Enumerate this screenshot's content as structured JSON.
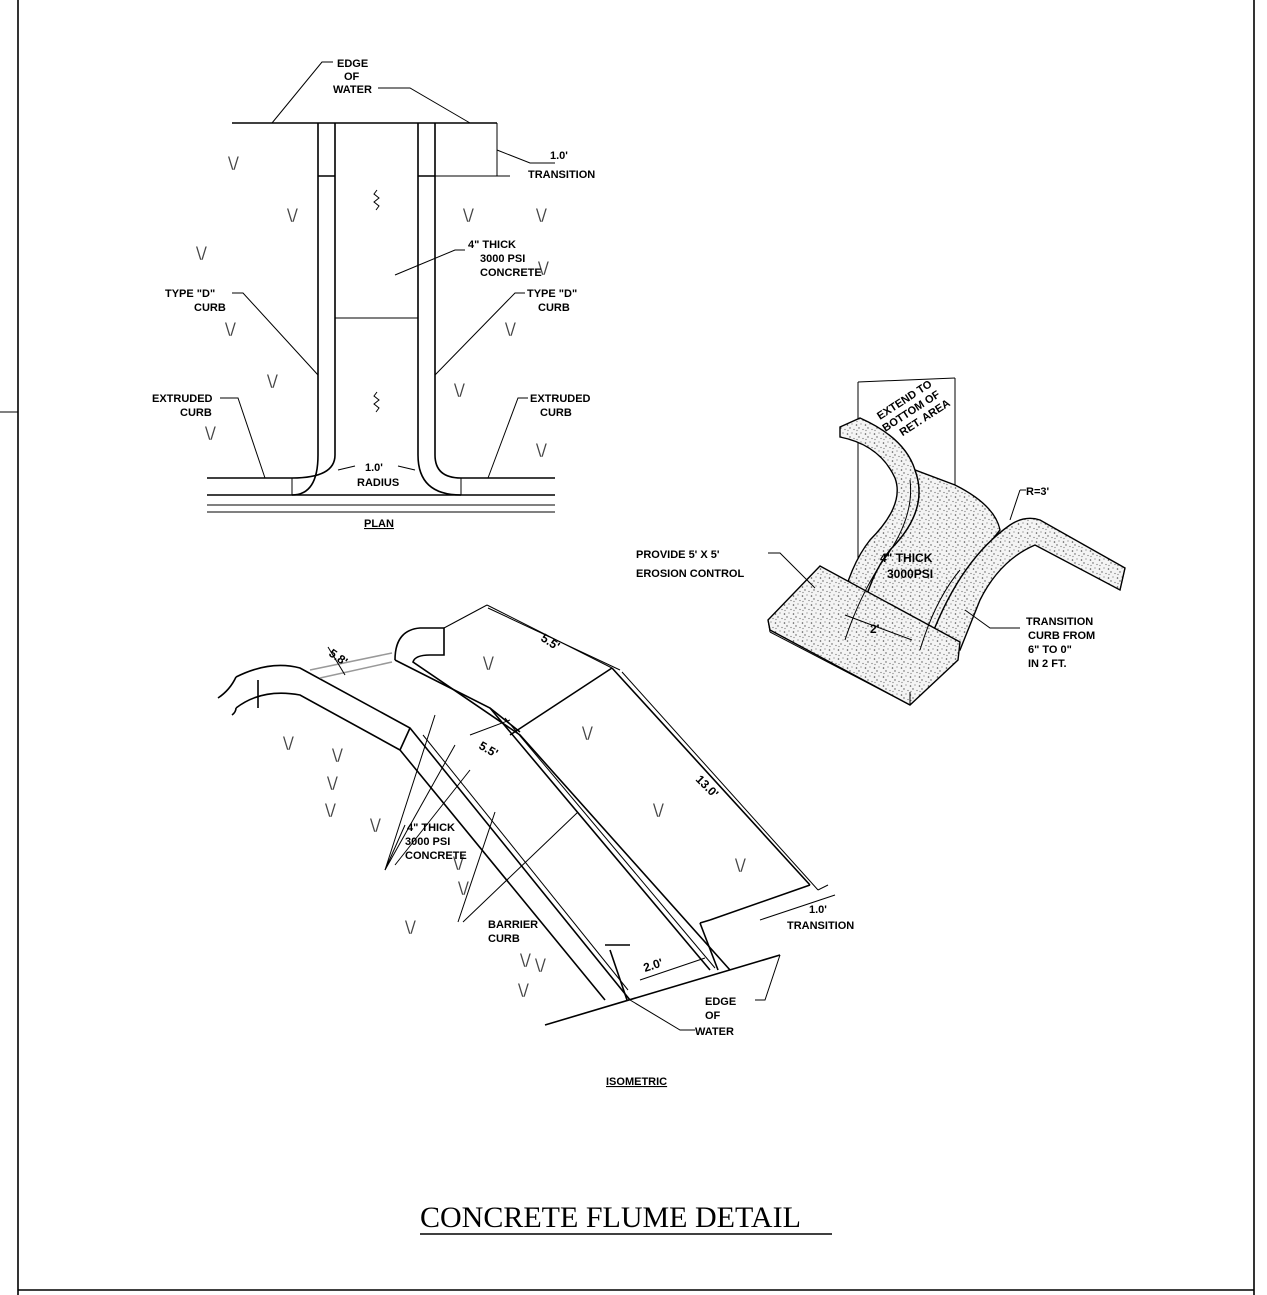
{
  "title": "CONCRETE FLUME DETAIL",
  "plan": {
    "caption": "PLAN",
    "edge_water": [
      "EDGE",
      "OF",
      "WATER"
    ],
    "transition": [
      "1.0'",
      "TRANSITION"
    ],
    "concrete": [
      "4\" THICK",
      "3000 PSI",
      "CONCRETE"
    ],
    "curb_left": [
      "TYPE \"D\"",
      "CURB"
    ],
    "curb_right": [
      "TYPE \"D\"",
      "CURB"
    ],
    "extruded_left": [
      "EXTRUDED",
      "CURB"
    ],
    "extruded_right": [
      "EXTRUDED",
      "CURB"
    ],
    "radius": [
      "1.0'",
      "RADIUS"
    ]
  },
  "detail3d": {
    "extend": [
      "EXTEND TO",
      "BOTTOM OF",
      "RET. AREA"
    ],
    "radius": "R=3'",
    "erosion": [
      "PROVIDE 5' X 5'",
      "EROSION CONTROL"
    ],
    "thick": [
      "4\" THICK",
      "3000PSI"
    ],
    "width": "2'",
    "transition": [
      "TRANSITION",
      "CURB FROM",
      "6\" TO 0\"",
      "IN 2 FT."
    ]
  },
  "iso": {
    "caption": "ISOMETRIC",
    "dim_58": "5.8'",
    "dim_55a": "5.5'",
    "dim_55b": "5.5'",
    "dim_130": "13.0'",
    "dim_20": "2.0'",
    "transition": [
      "1.0'",
      "TRANSITION"
    ],
    "concrete": [
      "4\" THICK",
      "3000 PSI",
      "CONCRETE"
    ],
    "barrier": [
      "BARRIER",
      "CURB"
    ],
    "edge_water": [
      "EDGE",
      "OF",
      "WATER"
    ]
  }
}
